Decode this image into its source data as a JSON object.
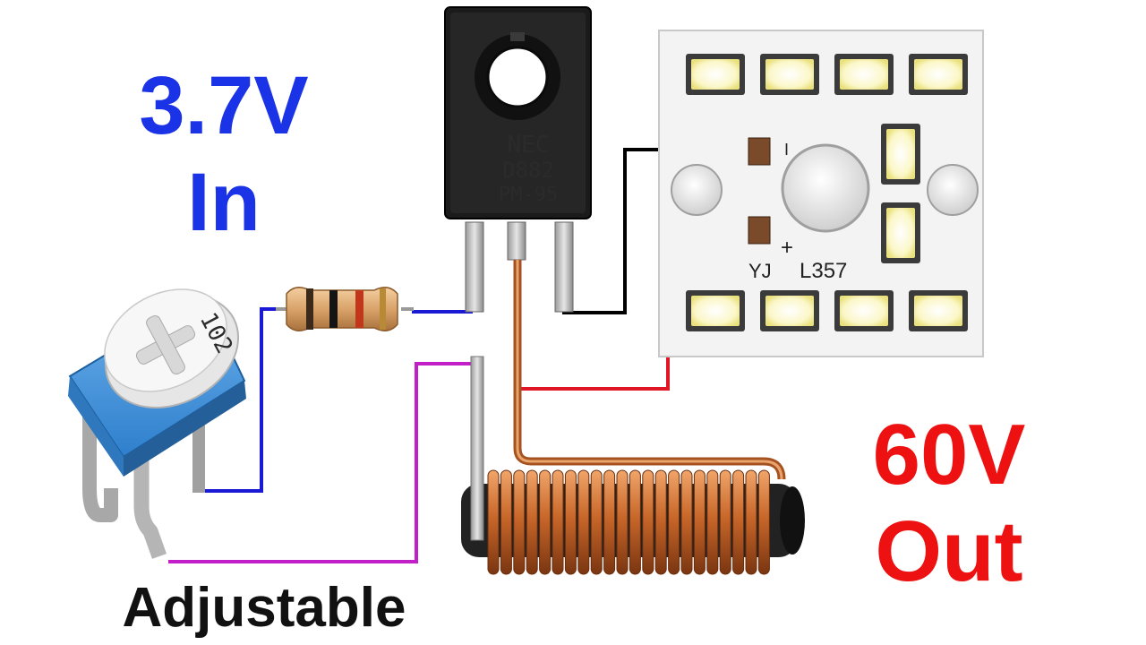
{
  "labels": {
    "input_voltage": "3.7V",
    "input_word": "In",
    "output_voltage": "60V",
    "output_word": "Out",
    "potentiometer": "Adjustable"
  },
  "transistor": {
    "marking_line1": "NEC",
    "marking_line2": "D882",
    "marking_line3": "PM-95"
  },
  "potentiometer_marking": "102",
  "led_board": {
    "model": "L357",
    "maker": "YJ",
    "minus_mark": "I",
    "plus_mark": "+"
  },
  "colors": {
    "input_text": "#1a33e6",
    "output_text": "#ee1111",
    "wire_blue": "#1a1ad6",
    "wire_black": "#000000",
    "wire_red": "#e01525",
    "wire_magenta": "#c21fc9",
    "copper": "#c8672a"
  }
}
